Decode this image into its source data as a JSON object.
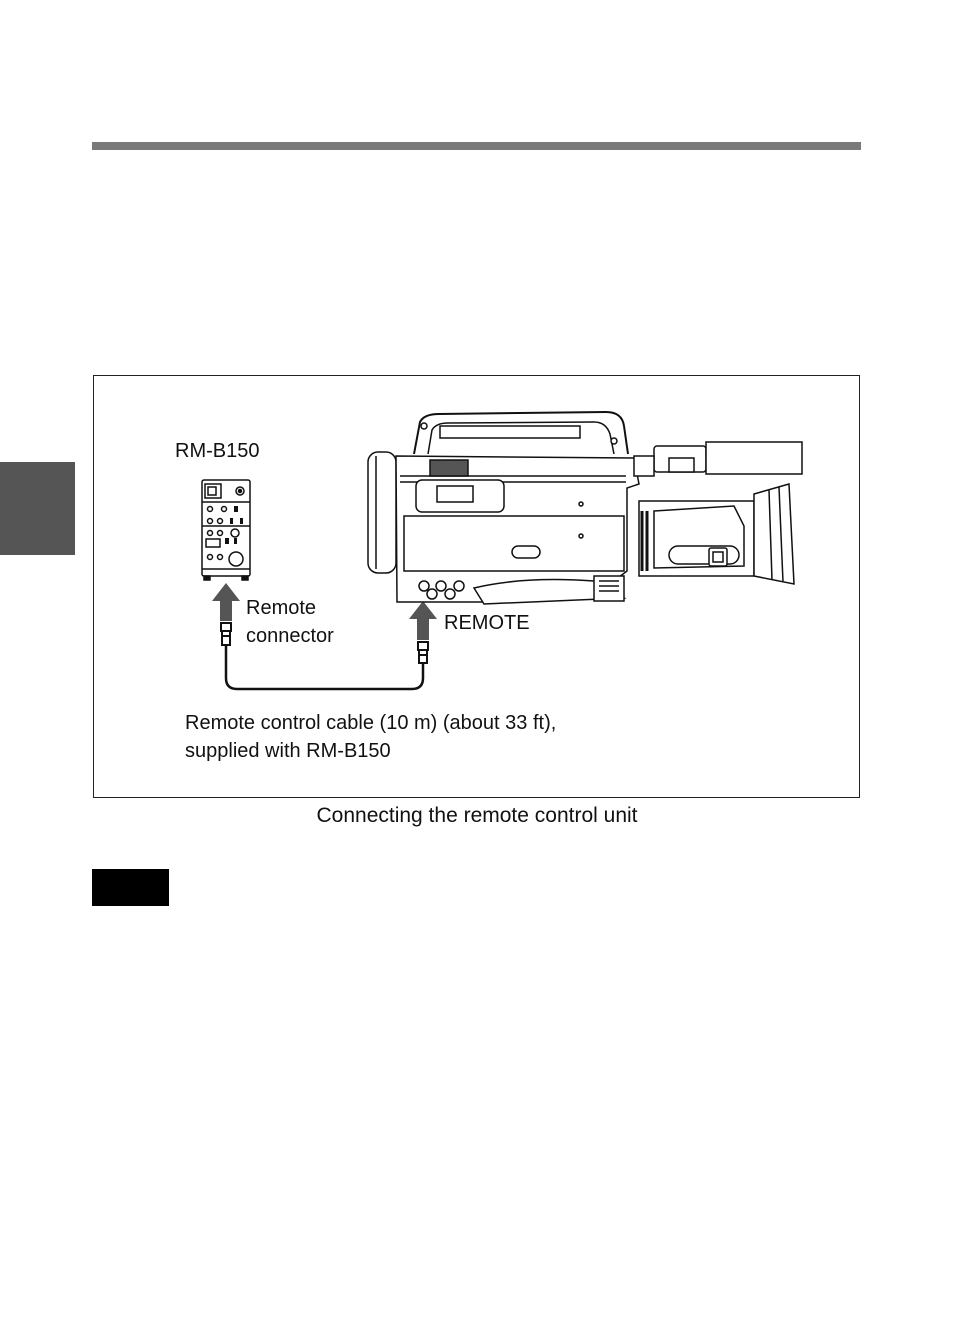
{
  "figure": {
    "device_label": "RM-B150",
    "remote_connector_label_line1": "Remote",
    "remote_connector_label_line2": "connector",
    "remote_port_label": "REMOTE",
    "cable_label_line1": "Remote control cable (10 m) (about 33 ft),",
    "cable_label_line2": "supplied with RM-B150",
    "caption": "Connecting the remote control unit"
  },
  "icons": {
    "remote_unit": "remote-control-unit-illustration",
    "camcorder": "camcorder-illustration",
    "arrow": "up-arrow-icon"
  },
  "colors": {
    "rule": "#7a7a7a",
    "side_tab": "#555555",
    "note_box": "#000000"
  }
}
